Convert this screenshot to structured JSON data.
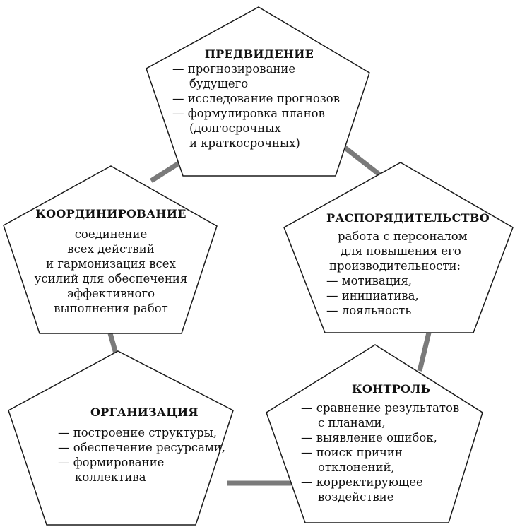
{
  "colors": {
    "outline": "#1a1a1a",
    "connector": "#7a7a7a",
    "fill": "#ffffff"
  },
  "nodes": {
    "foresight": {
      "title": "ПРЕДВИДЕНИЕ",
      "lines": [
        "— прогнозирование",
        "будущего",
        "— исследование прогнозов",
        "— формулировка планов",
        "(долгосрочных",
        "и краткосрочных)"
      ]
    },
    "coordination": {
      "title": "КООРДИНИРОВАНИЕ",
      "lines": [
        "соединение",
        "всех действий",
        "и гармонизация всех",
        "усилий для обеспечения",
        "эффективного",
        "выполнения работ"
      ]
    },
    "administration": {
      "title": "РАСПОРЯДИТЕЛЬСТВО",
      "lines": [
        "работа с персоналом",
        "для повышения его",
        "производительности:",
        "— мотивация,",
        "— инициатива,",
        "— лояльность"
      ]
    },
    "organization": {
      "title": "ОРГАНИЗАЦИЯ",
      "lines": [
        "— построение структуры,",
        "— обеспечение ресурсами,",
        "— формирование",
        "коллектива"
      ]
    },
    "control": {
      "title": "КОНТРОЛЬ",
      "lines": [
        "— сравнение результатов",
        "с планами,",
        "— выявление ошибок,",
        "— поиск причин",
        "отклонений,",
        "— корректирующее",
        "воздействие"
      ]
    }
  }
}
